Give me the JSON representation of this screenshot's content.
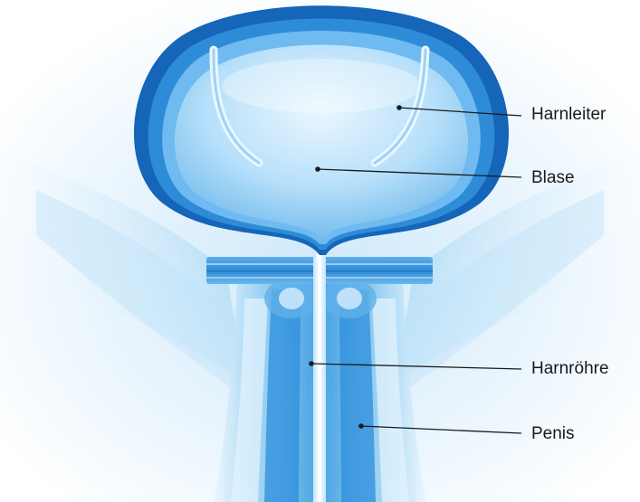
{
  "labels": {
    "ureter": "Harnleiter",
    "bladder": "Blase",
    "urethra": "Harnröhre",
    "penis": "Penis"
  },
  "colors": {
    "bladder_outer": "#1565b8",
    "bladder_mid": "#2e8bd8",
    "bladder_inner": "#bfe3fb",
    "tissue_light": "#d5ecfb",
    "tissue_mid": "#7cc3ef",
    "tissue_dark": "#2a8fd8",
    "leader_line": "#1a1a1a"
  }
}
